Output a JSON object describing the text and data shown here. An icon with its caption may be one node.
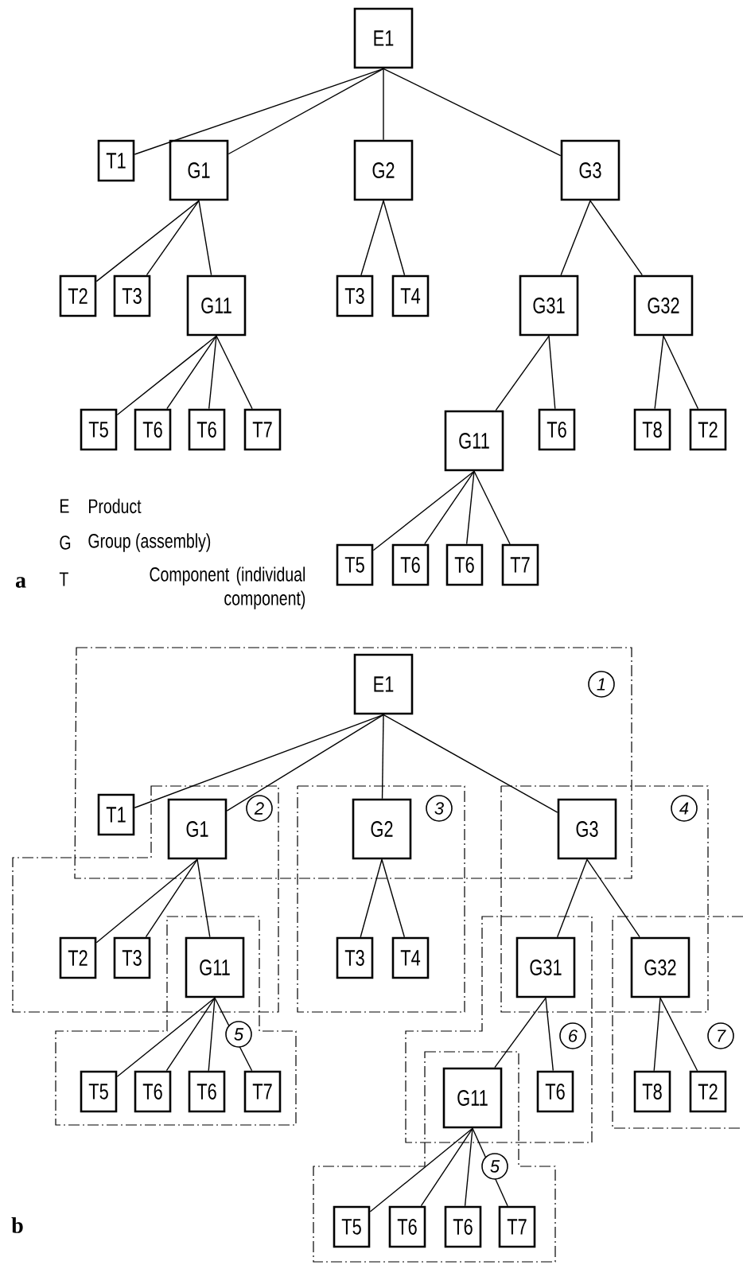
{
  "diagram": {
    "nodes": [
      {
        "text": [
          "E1"
        ]
      },
      {
        "text": [
          "T1"
        ]
      },
      {
        "text": [
          "G1"
        ]
      },
      {
        "text": [
          "G2"
        ]
      },
      {
        "text": [
          "G3"
        ]
      },
      {
        "text": [
          "T2"
        ]
      },
      {
        "text": [
          "T3"
        ]
      },
      {
        "text": [
          "G11"
        ]
      },
      {
        "text": [
          "T3"
        ]
      },
      {
        "text": [
          "T4"
        ]
      },
      {
        "text": [
          "G31"
        ]
      },
      {
        "text": [
          "G32"
        ]
      },
      {
        "text": [
          "T5"
        ]
      },
      {
        "text": [
          "T6"
        ]
      },
      {
        "text": [
          "T6"
        ]
      },
      {
        "text": [
          "T7"
        ]
      },
      {
        "text": [
          "G11"
        ]
      },
      {
        "text": [
          "T6"
        ]
      },
      {
        "text": [
          "T8"
        ]
      },
      {
        "text": [
          "T2"
        ]
      },
      {
        "text": [
          "T5"
        ]
      },
      {
        "text": [
          "T6"
        ]
      },
      {
        "text": [
          "T6"
        ]
      },
      {
        "text": [
          "T7"
        ]
      },
      {
        "text": [
          "E1"
        ]
      },
      {
        "text": [
          "T1"
        ]
      },
      {
        "text": [
          "G1"
        ]
      },
      {
        "text": [
          "G2"
        ]
      },
      {
        "text": [
          "G3"
        ]
      },
      {
        "text": [
          "T2"
        ]
      },
      {
        "text": [
          "T3"
        ]
      },
      {
        "text": [
          "G11"
        ]
      },
      {
        "text": [
          "T3"
        ]
      },
      {
        "text": [
          "T4"
        ]
      },
      {
        "text": [
          "G31"
        ]
      },
      {
        "text": [
          "G32"
        ]
      },
      {
        "text": [
          "T5"
        ]
      },
      {
        "text": [
          "T6"
        ]
      },
      {
        "text": [
          "T6"
        ]
      },
      {
        "text": [
          "T7"
        ]
      },
      {
        "text": [
          "G11"
        ]
      },
      {
        "text": [
          "T6"
        ]
      },
      {
        "text": [
          "T8"
        ]
      },
      {
        "text": [
          "T2"
        ]
      },
      {
        "text": [
          "T5"
        ]
      },
      {
        "text": [
          "T6"
        ]
      },
      {
        "text": [
          "T6"
        ]
      },
      {
        "text": [
          "T7"
        ]
      }
    ],
    "edges": [
      {
        "from": 0,
        "to": 1,
        "arrow": "none"
      },
      {
        "from": 0,
        "to": 2,
        "arrow": "none"
      },
      {
        "from": 0,
        "to": 3,
        "arrow": "none"
      },
      {
        "from": 0,
        "to": 4,
        "arrow": "none"
      },
      {
        "from": 2,
        "to": 5,
        "arrow": "none"
      },
      {
        "from": 2,
        "to": 6,
        "arrow": "none"
      },
      {
        "from": 2,
        "to": 7,
        "arrow": "none"
      },
      {
        "from": 3,
        "to": 8,
        "arrow": "none"
      },
      {
        "from": 3,
        "to": 9,
        "arrow": "none"
      },
      {
        "from": 4,
        "to": 10,
        "arrow": "none"
      },
      {
        "from": 4,
        "to": 11,
        "arrow": "none"
      },
      {
        "from": 7,
        "to": 12,
        "arrow": "none"
      },
      {
        "from": 7,
        "to": 13,
        "arrow": "none"
      },
      {
        "from": 7,
        "to": 14,
        "arrow": "none"
      },
      {
        "from": 7,
        "to": 15,
        "arrow": "none"
      },
      {
        "from": 10,
        "to": 16,
        "arrow": "none"
      },
      {
        "from": 10,
        "to": 17,
        "arrow": "none"
      },
      {
        "from": 11,
        "to": 18,
        "arrow": "none"
      },
      {
        "from": 11,
        "to": 19,
        "arrow": "none"
      },
      {
        "from": 16,
        "to": 20,
        "arrow": "none"
      },
      {
        "from": 16,
        "to": 21,
        "arrow": "none"
      },
      {
        "from": 16,
        "to": 22,
        "arrow": "none"
      },
      {
        "from": 16,
        "to": 23,
        "arrow": "none"
      },
      {
        "from": 24,
        "to": 25,
        "arrow": "none"
      },
      {
        "from": 24,
        "to": 26,
        "arrow": "none"
      },
      {
        "from": 24,
        "to": 27,
        "arrow": "none"
      },
      {
        "from": 24,
        "to": 28,
        "arrow": "none"
      },
      {
        "from": 26,
        "to": 29,
        "arrow": "none"
      },
      {
        "from": 26,
        "to": 30,
        "arrow": "none"
      },
      {
        "from": 26,
        "to": 31,
        "arrow": "none"
      },
      {
        "from": 27,
        "to": 32,
        "arrow": "none"
      },
      {
        "from": 27,
        "to": 33,
        "arrow": "none"
      },
      {
        "from": 28,
        "to": 34,
        "arrow": "none"
      },
      {
        "from": 28,
        "to": 35,
        "arrow": "none"
      },
      {
        "from": 31,
        "to": 36,
        "arrow": "none"
      },
      {
        "from": 31,
        "to": 37,
        "arrow": "none"
      },
      {
        "from": 31,
        "to": 38,
        "arrow": "none"
      },
      {
        "from": 31,
        "to": 39,
        "arrow": "none"
      },
      {
        "from": 34,
        "to": 40,
        "arrow": "none"
      },
      {
        "from": 34,
        "to": 41,
        "arrow": "none"
      },
      {
        "from": 35,
        "to": 42,
        "arrow": "none"
      },
      {
        "from": 35,
        "to": 43,
        "arrow": "none"
      },
      {
        "from": 40,
        "to": 44,
        "arrow": "none"
      },
      {
        "from": 40,
        "to": 45,
        "arrow": "none"
      },
      {
        "from": 40,
        "to": 46,
        "arrow": "none"
      },
      {
        "from": 40,
        "to": 47,
        "arrow": "none"
      }
    ],
    "labels": [
      "E",
      "Product",
      "G",
      "Group (assembly)",
      "a",
      "T",
      "Component (individual component)",
      "1",
      "2",
      "3",
      "4",
      "5",
      "6",
      "7",
      "5",
      "b"
    ]
  }
}
